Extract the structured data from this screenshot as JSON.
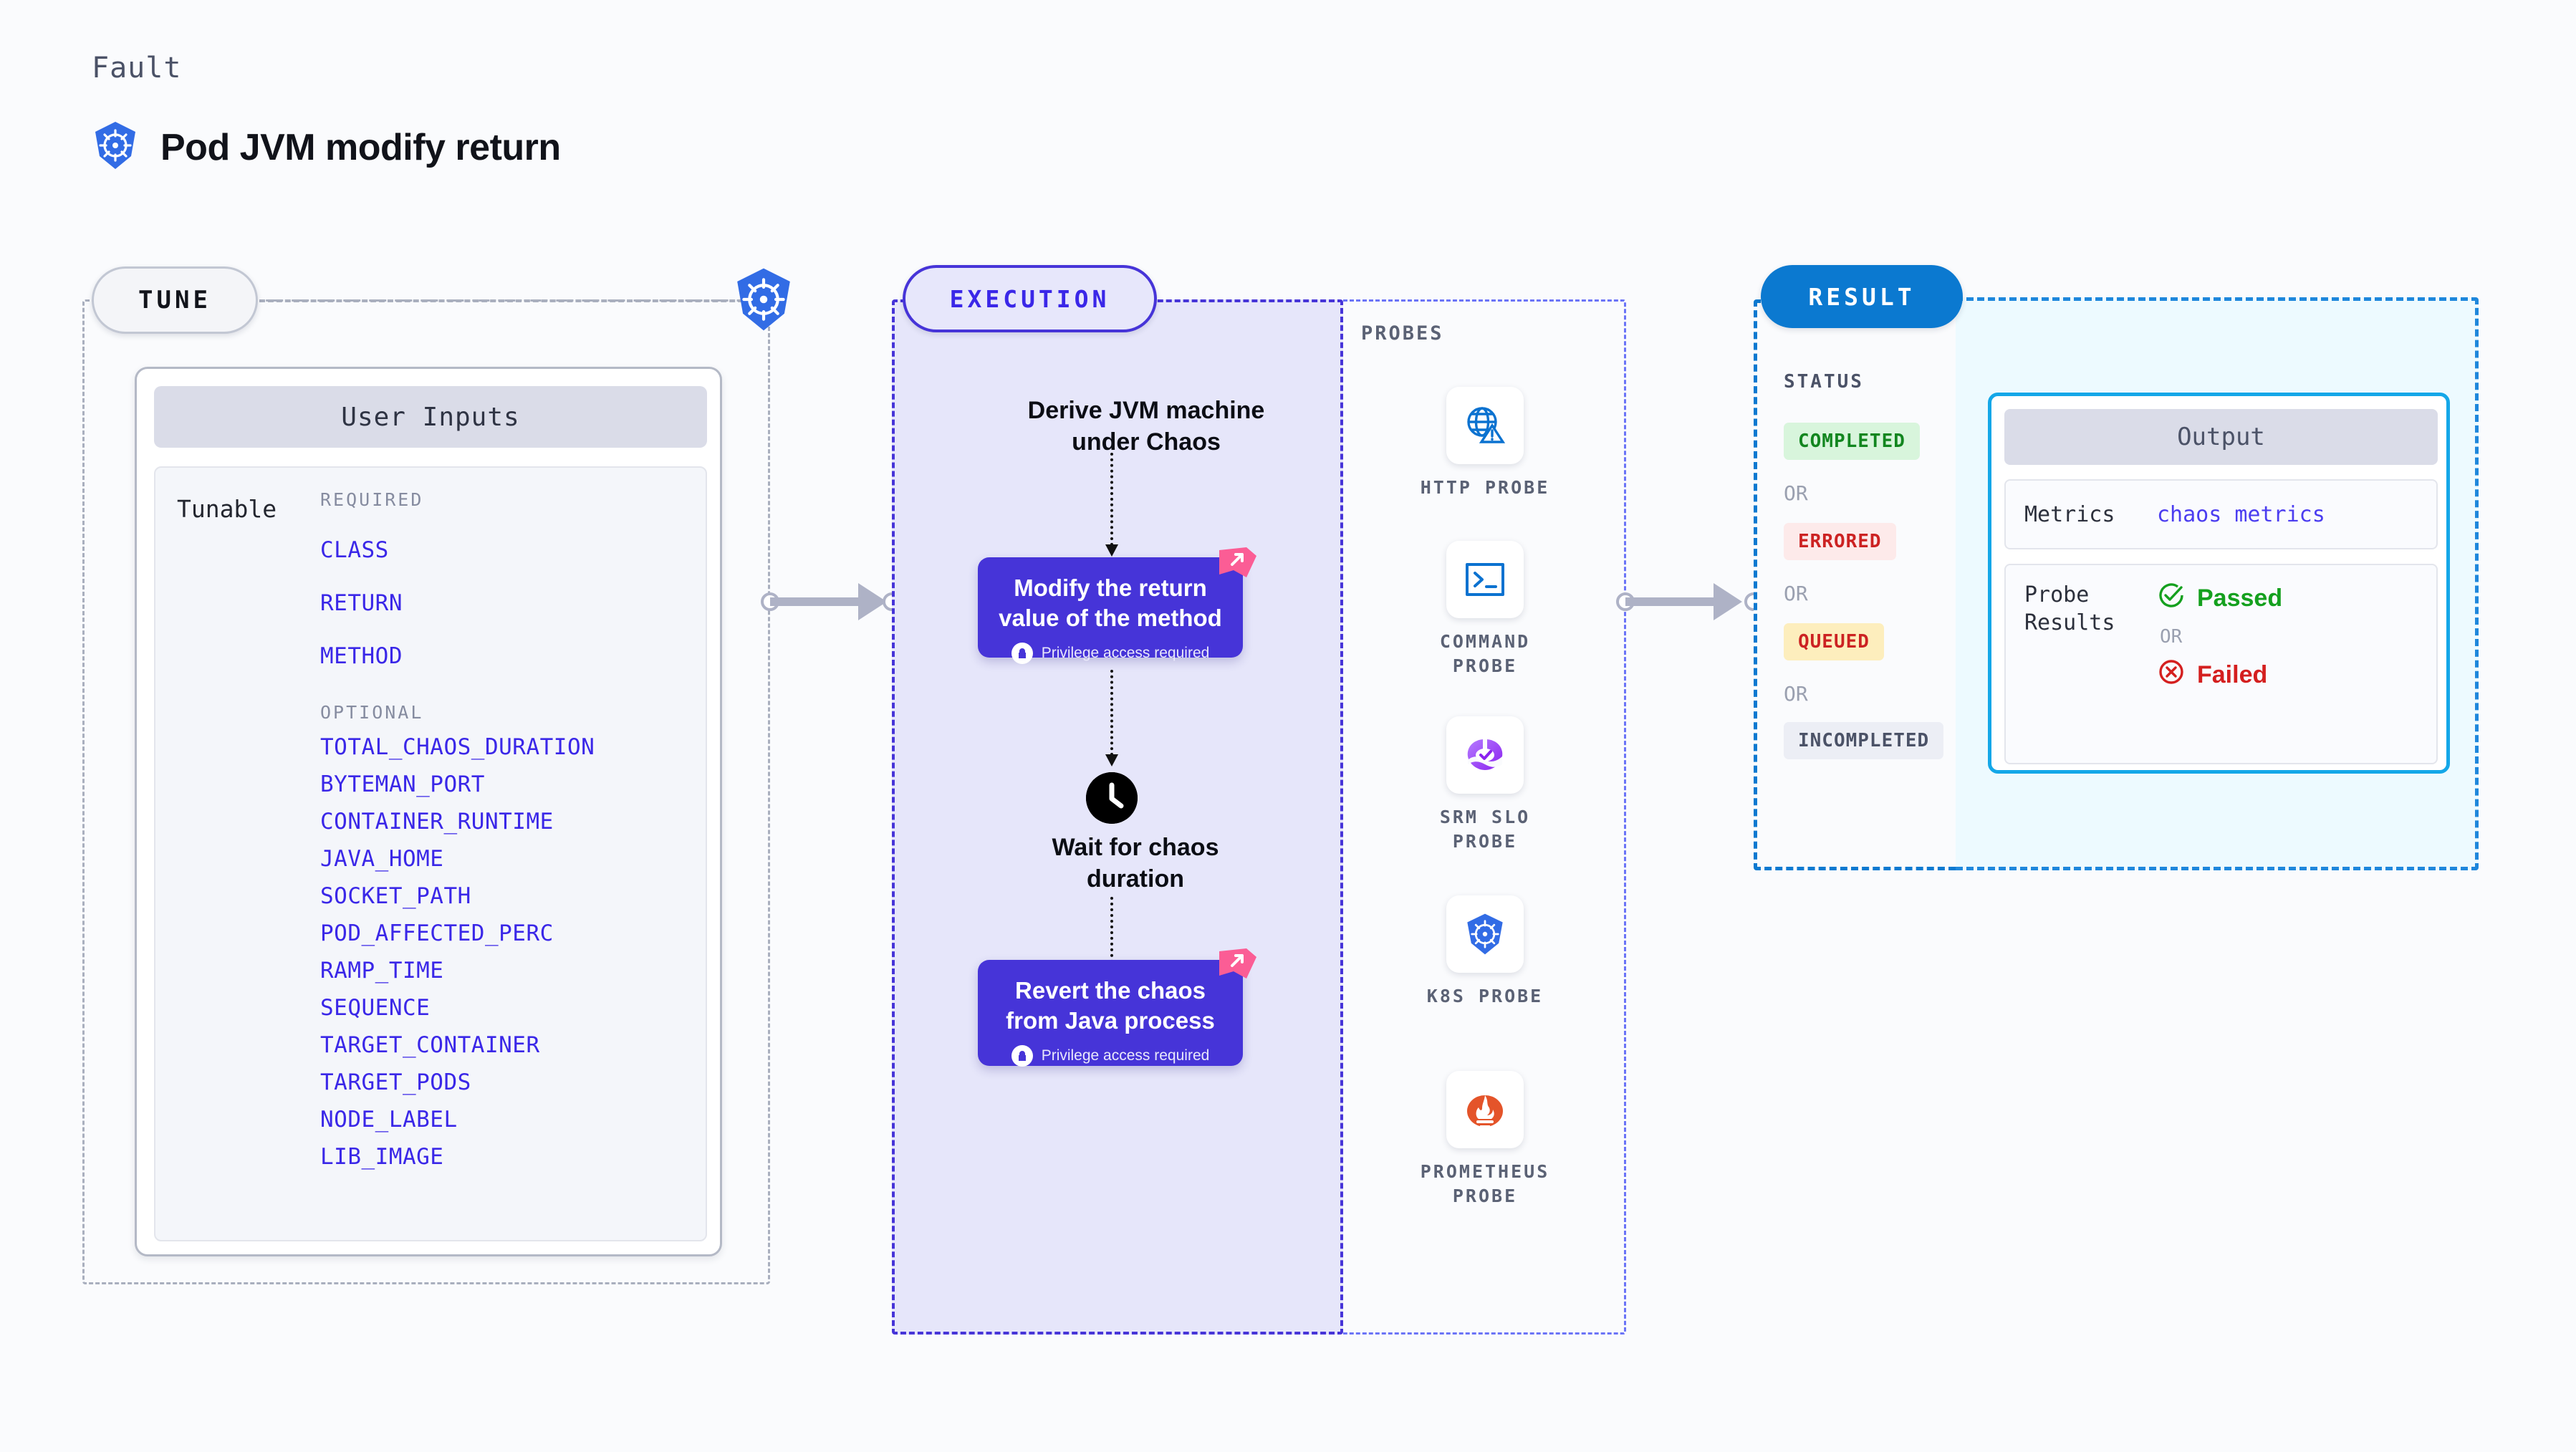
{
  "header": {
    "eyebrow": "Fault",
    "title": "Pod JVM modify return",
    "icon": "kubernetes-icon"
  },
  "tune": {
    "pill_label": "TUNE",
    "badge_icon": "kubernetes-icon",
    "card_title": "User Inputs",
    "tunable_label": "Tunable",
    "required_label": "REQUIRED",
    "optional_label": "OPTIONAL",
    "required": [
      "CLASS",
      "RETURN",
      "METHOD"
    ],
    "optional": [
      "TOTAL_CHAOS_DURATION",
      "BYTEMAN_PORT",
      "CONTAINER_RUNTIME",
      "JAVA_HOME",
      "SOCKET_PATH",
      "POD_AFFECTED_PERC",
      "RAMP_TIME",
      "SEQUENCE",
      "TARGET_CONTAINER",
      "TARGET_PODS",
      "NODE_LABEL",
      "LIB_IMAGE"
    ]
  },
  "execution": {
    "pill_label": "EXECUTION",
    "step_derive": "Derive JVM machine\nunder Chaos",
    "step_modify": "Modify the return\nvalue of the method",
    "step_wait": "Wait for chaos\nduration",
    "step_revert": "Revert the chaos\nfrom Java process",
    "privilege_note": "Privilege access required",
    "lock_icon": "lock-icon",
    "clock_icon": "clock-icon",
    "ribbon_icon": "ribbon-flag-icon"
  },
  "probes": {
    "section_label": "PROBES",
    "items": [
      {
        "label": "HTTP  PROBE",
        "icon": "globe-warning-icon"
      },
      {
        "label": "COMMAND\nPROBE",
        "icon": "terminal-icon"
      },
      {
        "label": "SRM  SLO\nPROBE",
        "icon": "srm-slo-icon"
      },
      {
        "label": "K8S  PROBE",
        "icon": "kubernetes-icon"
      },
      {
        "label": "PROMETHEUS\nPROBE",
        "icon": "prometheus-icon"
      }
    ]
  },
  "result": {
    "pill_label": "RESULT",
    "status_label": "STATUS",
    "or_label": "OR",
    "statuses": [
      {
        "text": "COMPLETED",
        "bg": "#d8f5dc",
        "fg": "#12861f"
      },
      {
        "text": "ERRORED",
        "bg": "#fdeaea",
        "fg": "#cc2222"
      },
      {
        "text": "QUEUED",
        "bg": "#fdeebd",
        "fg": "#cc2222"
      },
      {
        "text": "INCOMPLETED",
        "bg": "#eceef5",
        "fg": "#4b5267"
      }
    ]
  },
  "output": {
    "title": "Output",
    "metrics_key": "Metrics",
    "metrics_value": "chaos metrics",
    "probe_results_key": "Probe\nResults",
    "passed_label": "Passed",
    "failed_label": "Failed",
    "or_label": "OR",
    "passed_icon": "check-circle-icon",
    "failed_icon": "x-circle-icon"
  },
  "colors": {
    "accent_purple": "#4634d8",
    "accent_blue": "#0b79d0",
    "accent_cyan": "#14a7e8",
    "param_blue": "#3a27e8",
    "ribbon_pink": "#fb5d95",
    "k8s_blue": "#326ce5"
  }
}
